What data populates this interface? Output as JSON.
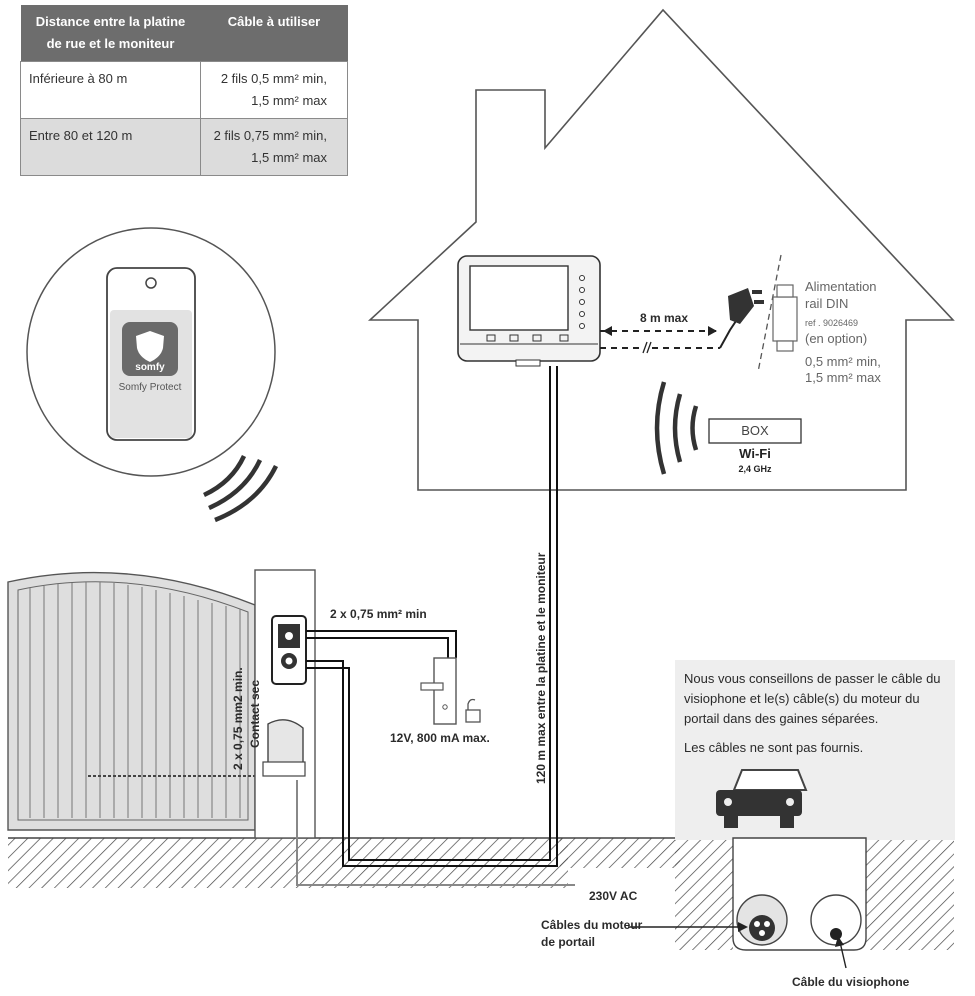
{
  "table": {
    "headers": [
      "Distance entre la platine de rue et le moniteur",
      "Câble à utiliser"
    ],
    "rows": [
      {
        "distance": "Inférieure à 80 m",
        "cable_line1": "2 fils 0,5 mm² min,",
        "cable_line2": "1,5 mm² max"
      },
      {
        "distance": "Entre 80 et 120 m",
        "cable_line1": "2 fils 0,75 mm² min,",
        "cable_line2": "1,5 mm² max"
      }
    ]
  },
  "phone": {
    "brand": "somfy",
    "app_name": "Somfy Protect"
  },
  "house": {
    "distance_label": "8 m max",
    "power_supply": {
      "line1": "Alimentation",
      "line2": "rail DIN",
      "ref": "ref . 9026469",
      "option": "(en option)"
    },
    "cable_spec": {
      "line1": "0,5 mm² min,",
      "line2": "1,5 mm² max"
    },
    "box_label": "BOX",
    "wifi_label": "Wi-Fi",
    "wifi_freq": "2,4 GHz"
  },
  "installation": {
    "intercom_cable": "2 x 0,75 mm² min",
    "lock_spec": "12V, 800 mA max.",
    "max_distance": "120 m max entre la platine et le moniteur",
    "dry_contact_cable": "2 x 0,75 mm2 min.",
    "dry_contact_label": "Contact sec",
    "mains": "230V AC"
  },
  "advice": {
    "line1": "Nous vous conseillons de passer le câble du visiophone et le(s) câble(s) du moteur du portail dans des gaines séparées.",
    "line2": "Les câbles ne sont pas fournis."
  },
  "conduits": {
    "motor_label_1": "Câbles du moteur",
    "motor_label_2": "de portail",
    "intercom_label": "Câble du visiophone"
  },
  "colors": {
    "header_bg": "#6d6d6d",
    "shaded_row": "#dcdcdc",
    "ink": "#2b2b2b"
  }
}
